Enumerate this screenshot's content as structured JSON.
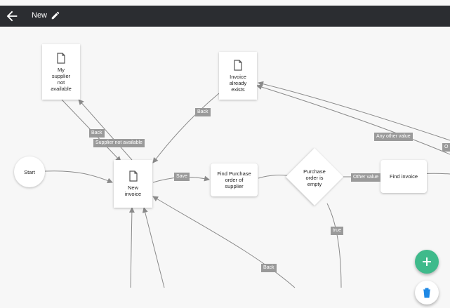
{
  "header": {
    "title": "New"
  },
  "nodes": {
    "start": "Start",
    "my_supplier": [
      "My",
      "supplier",
      "not",
      "available"
    ],
    "invoice_exists": [
      "Invoice",
      "already",
      "exists"
    ],
    "new_invoice": [
      "New",
      "invoice"
    ],
    "find_po": [
      "Find Purchase",
      "order of",
      "supplier"
    ],
    "po_empty": [
      "Purchase",
      "order is",
      "empty"
    ],
    "find_invoice": "Find invoice"
  },
  "edges": {
    "back_top": "Back",
    "supplier_not_available": "Supplier not available",
    "back_invoice": "Back",
    "save": "Save",
    "other_value": "Other value",
    "any_other_value": "Any other value",
    "cut_label": "O",
    "true_label": "true",
    "back_bottom": "Back"
  },
  "colors": {
    "accent": "#3fba8b",
    "topbar": "#2b2d31",
    "edge": "#8a8a8a",
    "label_bg": "#9a9a9a"
  },
  "icons": [
    "back-arrow-icon",
    "pencil-icon",
    "document-icon",
    "plus-icon",
    "trash-icon"
  ]
}
